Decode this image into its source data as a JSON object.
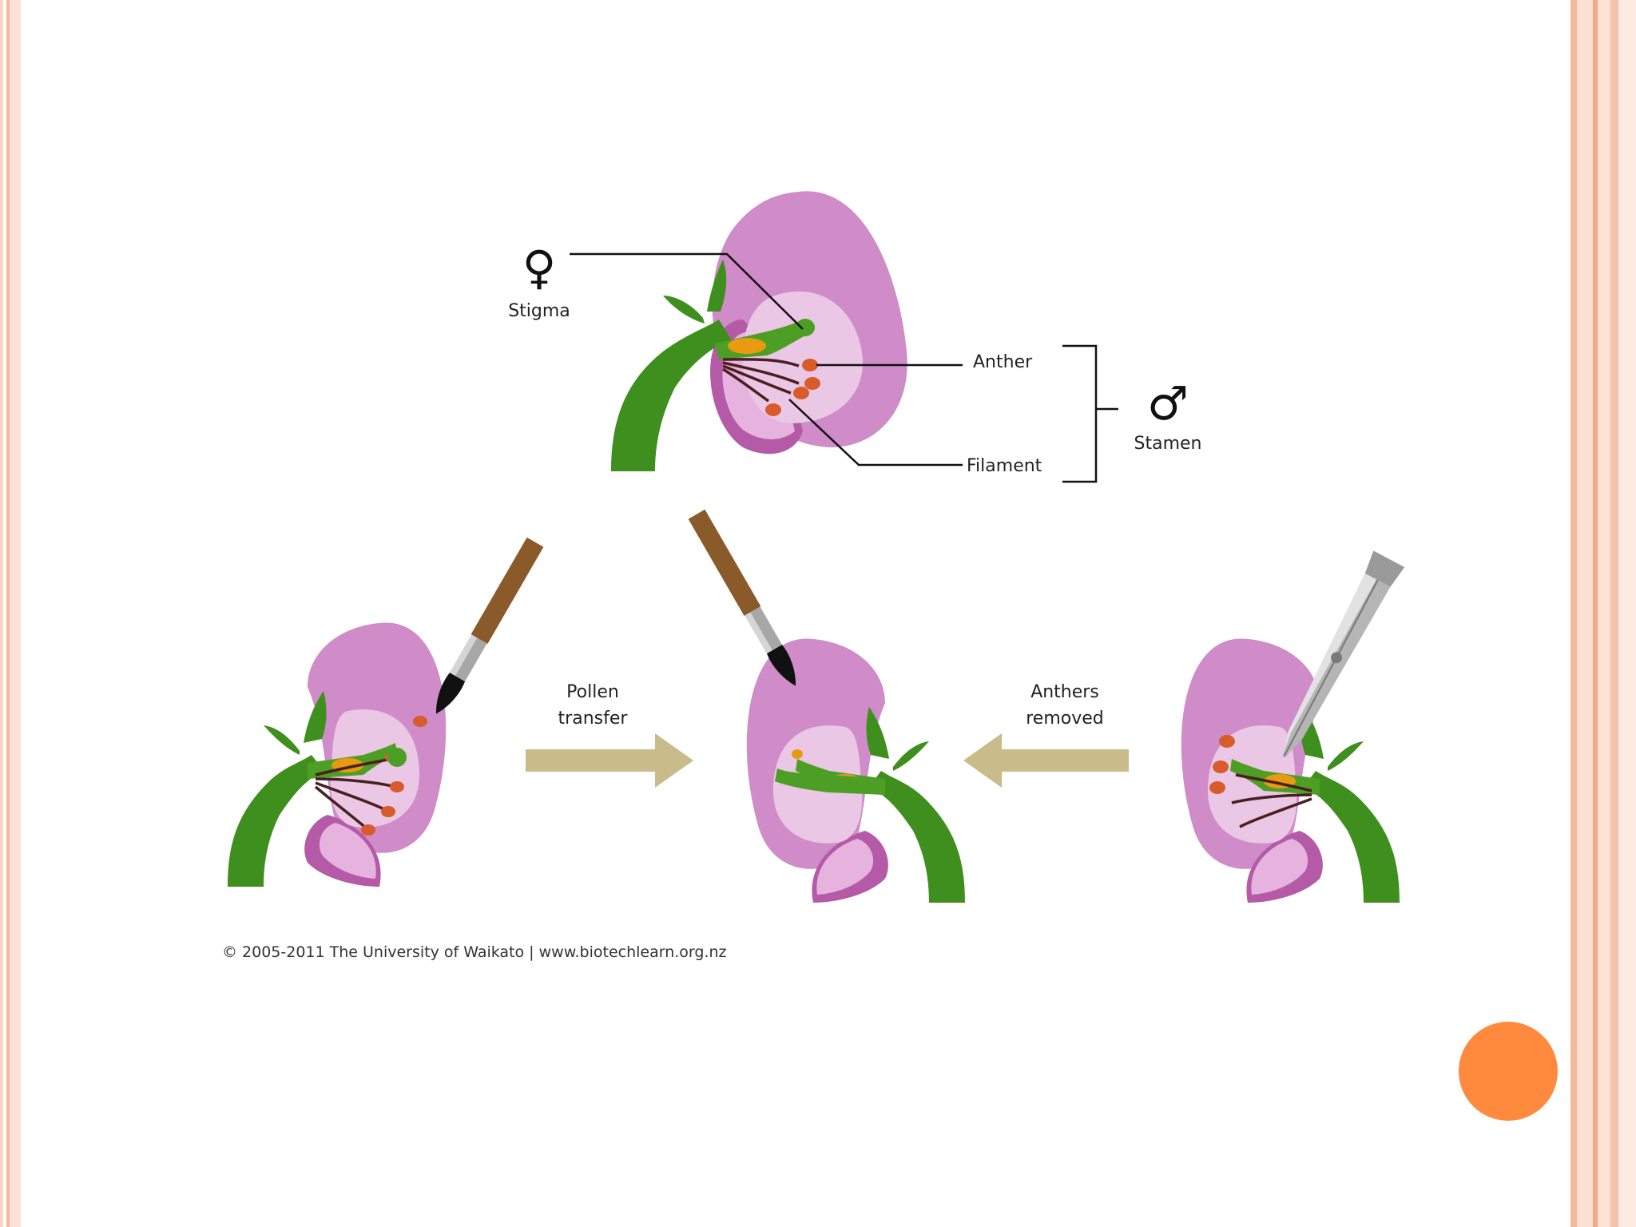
{
  "diagram": {
    "female_symbol": "♀",
    "male_symbol": "♂",
    "labels": {
      "stigma": "Stigma",
      "anther": "Anther",
      "filament": "Filament",
      "stamen": "Stamen",
      "pollen_line1": "Pollen",
      "pollen_line2": "transfer",
      "anthers_line1": "Anthers",
      "anthers_line2": "removed"
    },
    "credit": "© 2005-2011 The University of Waikato | www.biotechlearn.org.nz"
  },
  "colors": {
    "petal": "#cf8cc8",
    "petal_inner": "#ebc7e6",
    "petal_dark": "#b45aa7",
    "stem": "#3e8f1d",
    "anther": "#d85b2b",
    "arrow": "#c9bb8a",
    "brush_handle": "#8a5a2b",
    "accent_circle": "#ff8a3d"
  }
}
